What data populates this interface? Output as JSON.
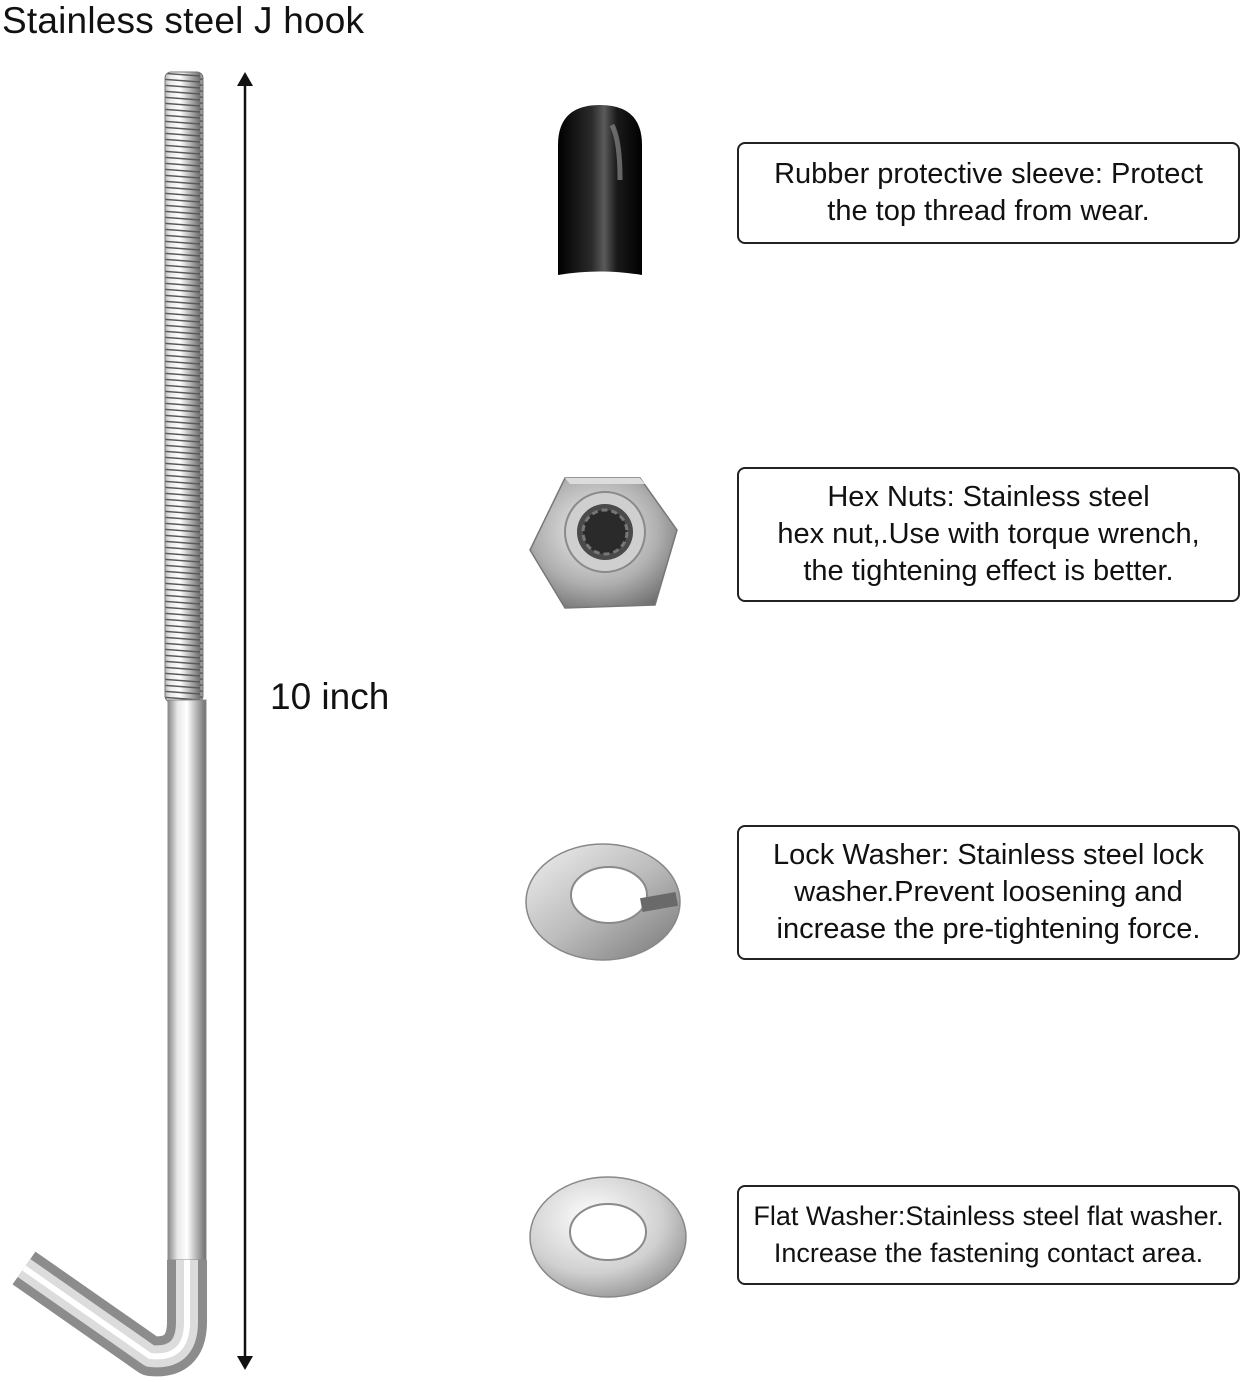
{
  "title": "Stainless steel J hook",
  "dimension_label": "10 inch",
  "parts": [
    {
      "name": "rubber-sleeve",
      "icon": "rubber-cap-icon",
      "color": "#111111",
      "lines": [
        "Rubber protective sleeve: Protect",
        "the top thread from wear."
      ]
    },
    {
      "name": "hex-nut",
      "icon": "hex-nut-icon",
      "color": "#b8b8b8",
      "lines": [
        "Hex Nuts: Stainless steel",
        "hex nut,.Use with torque wrench,",
        "the tightening effect is better."
      ]
    },
    {
      "name": "lock-washer",
      "icon": "lock-washer-icon",
      "color": "#c4c4c4",
      "lines": [
        "Lock Washer: Stainless steel lock",
        "washer.Prevent loosening and",
        "increase the pre-tightening force."
      ]
    },
    {
      "name": "flat-washer",
      "icon": "flat-washer-icon",
      "color": "#cccccc",
      "lines": [
        "Flat Washer:Stainless steel flat washer.",
        "Increase the fastening contact area."
      ]
    }
  ],
  "colors": {
    "steel": "#c9c9c9",
    "steel_dark": "#7a7a7a",
    "text": "#111111",
    "border": "#222222"
  }
}
